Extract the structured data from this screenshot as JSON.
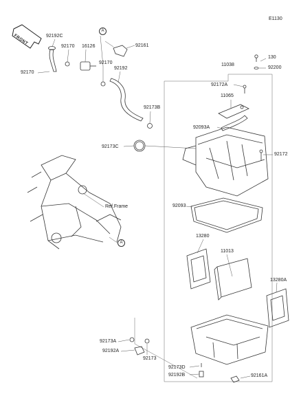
{
  "diagram_code": "E1130",
  "front_badge": "FRONT",
  "frame_reference": "Ref.Frame",
  "callout_letter": "A",
  "part_labels": {
    "p92192C": "92192C",
    "p92170_a": "92170",
    "p16126": "16126",
    "p92161": "92161",
    "p92170_b": "92170",
    "p92170_c": "92170",
    "p92192": "92192",
    "p92173B": "92173B",
    "p92173C": "92173C",
    "p11038": "11038",
    "p130": "130",
    "p92200": "92200",
    "p92172A": "92172A",
    "p11065": "11065",
    "p92093A": "92093A",
    "p92172": "92172",
    "p92093": "92093",
    "p13280": "13280",
    "p11013": "11013",
    "p13280A": "13280A",
    "p92173A": "92173A",
    "p92192A": "92192A",
    "p92173": "92173",
    "p92173D": "92173D",
    "p92192B": "92192B",
    "p92161A": "92161A"
  }
}
